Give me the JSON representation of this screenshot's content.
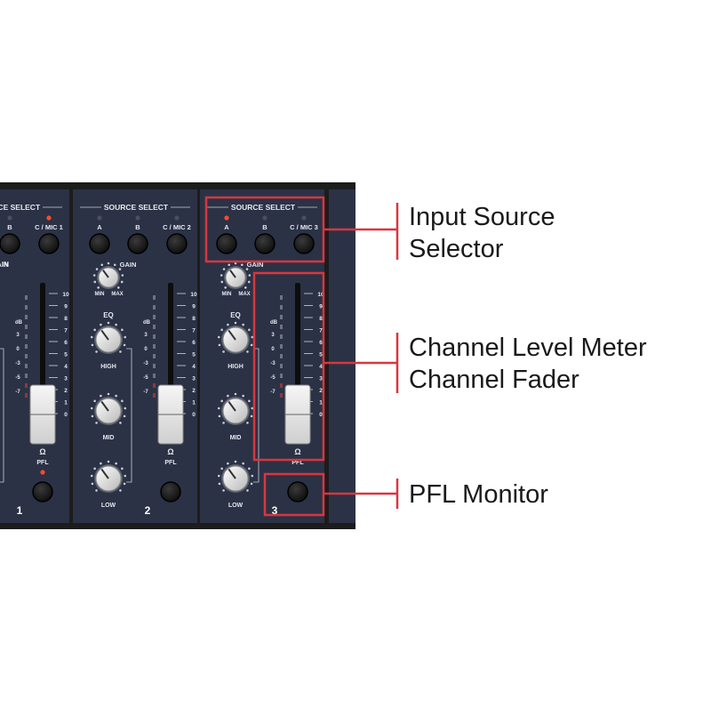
{
  "callouts": {
    "input_source": {
      "line1": "Input Source",
      "line2": "Selector"
    },
    "level": {
      "line1": "Channel Level Meter",
      "line2": "Channel Fader"
    },
    "pfl": {
      "line1": "PFL Monitor"
    }
  },
  "panel": {
    "source_select_label": "SOURCE SELECT",
    "gain_label": "GAIN",
    "min_label": "MIN",
    "max_label": "MAX",
    "eq_label": "EQ",
    "high_label": "HIGH",
    "mid_label": "MID",
    "low_label": "LOW",
    "pfl_label": "PFL",
    "db_label": "dB",
    "partial_label": "IN",
    "channels": [
      {
        "number": "1",
        "buttons": [
          "B",
          "C / MIC 1"
        ],
        "active_index": 1
      },
      {
        "number": "2",
        "buttons": [
          "A",
          "B",
          "C / MIC 2"
        ],
        "active_index": -1
      },
      {
        "number": "3",
        "buttons": [
          "A",
          "B",
          "C / MIC 3"
        ],
        "active_index": 0
      }
    ],
    "fader_scale": [
      "10",
      "9",
      "8",
      "7",
      "6",
      "5",
      "4",
      "3",
      "2",
      "1",
      "0"
    ],
    "meter_scale": [
      "3",
      "0",
      "-3",
      "-5",
      "-7"
    ]
  },
  "colors": {
    "panel": "#2b3246",
    "housing": "#1c1c1c",
    "highlight": "#d9363e",
    "led_on": "#ff4a2a"
  }
}
